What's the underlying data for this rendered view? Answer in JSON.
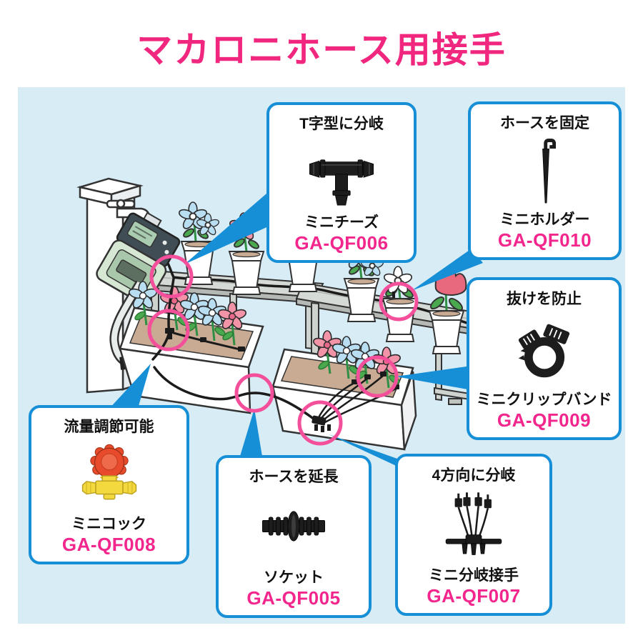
{
  "title": "マカロニホース用接手",
  "colors": {
    "accent_pink": "#f0267f",
    "code_pink": "#f2268c",
    "accent_blue": "#168fd7",
    "panel_bg": "#d8ecf6",
    "highlight_circle": "#f44f9b"
  },
  "callouts": [
    {
      "caption": "T字型に分岐",
      "name": "ミニチーズ",
      "code": "GA-QF006",
      "icon": "tee-fitting-icon"
    },
    {
      "caption": "ホースを固定",
      "name": "ミニホルダー",
      "code": "GA-QF010",
      "icon": "stake-holder-icon"
    },
    {
      "caption": "抜けを防止",
      "name": "ミニクリップバンド",
      "code": "GA-QF009",
      "icon": "clip-band-icon"
    },
    {
      "caption": "流量調節可能",
      "name": "ミニコック",
      "code": "GA-QF008",
      "icon": "valve-cock-icon"
    },
    {
      "caption": "ホースを延長",
      "name": "ソケット",
      "code": "GA-QF005",
      "icon": "socket-icon"
    },
    {
      "caption": "4方向に分岐",
      "name": "ミニ分岐接手",
      "code": "GA-QF007",
      "icon": "four-way-branch-icon"
    }
  ]
}
